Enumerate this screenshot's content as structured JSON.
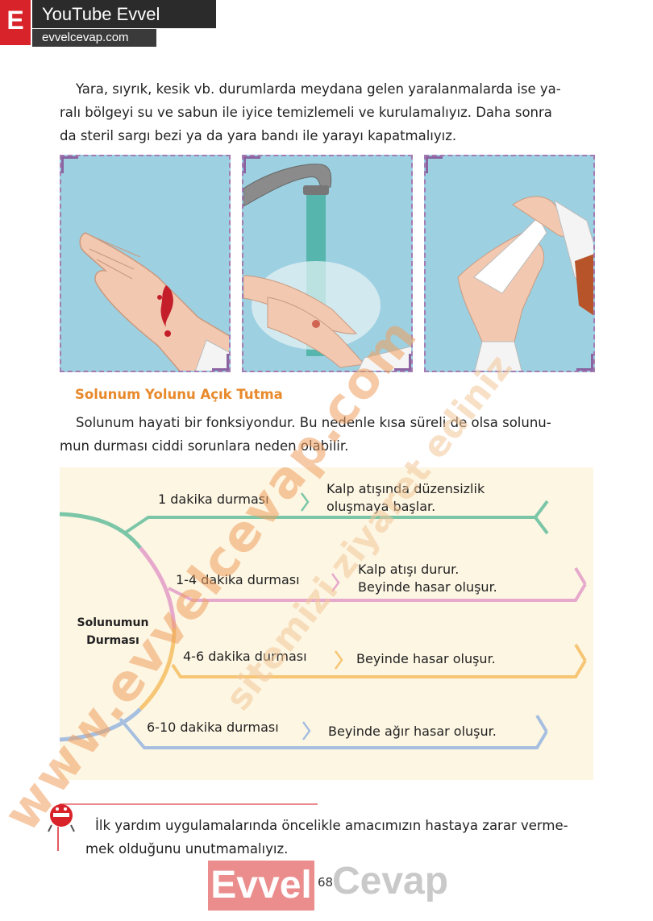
{
  "header": {
    "badge_letter": "E",
    "channel_title": "YouTube Evvel Cevap",
    "site": "evvelcevap.com"
  },
  "intro_lines": [
    "Yara, sıyrık, kesik vb. durumlarda meydana gelen yaralanmalarda ise ya-",
    "ralı bölgeyi su ve sabun ile iyice temizlemeli ve kurulamalıyız. Daha sonra",
    "da steril sargı bezi ya da yara bandı ile yarayı kapatmalıyız."
  ],
  "section_title": "Solunum Yolunu Açık Tutma",
  "section_lines": [
    "Solunum hayati bir fonksiyondur. Bu nedenle kısa süreli de olsa solunu-",
    "mun durması ciddi sorunlara neden olabilir."
  ],
  "diagram": {
    "center": [
      "Solunumun",
      "Durması"
    ],
    "branches": [
      {
        "label": "1 dakika durması",
        "result": [
          "Kalp atışında düzensizlik",
          "oluşmaya başlar."
        ],
        "color": "#7cc6a8"
      },
      {
        "label": "1-4 dakika durması",
        "result": [
          "Kalp atışı durur.",
          "Beyinde hasar oluşur."
        ],
        "color": "#e6a9cb"
      },
      {
        "label": "4-6 dakika durması",
        "result": [
          "Beyinde hasar oluşur."
        ],
        "color": "#f6c675"
      },
      {
        "label": "6-10 dakika durması",
        "result": [
          "Beyinde ağır hasar oluşur."
        ],
        "color": "#a6bfe0"
      }
    ]
  },
  "note_lines": [
    "İlk yardım uygulamalarında öncelikle amacımızın hastaya zarar verme-",
    "mek olduğunu unutmamalıyız."
  ],
  "page_number": "68",
  "footer_logo": {
    "left": "Evvel",
    "right": "Cevap"
  },
  "watermarks": {
    "main": "www.evvelcevap.com",
    "secondary": "sitemizi ziyaret ediniz"
  },
  "colors": {
    "accent_orange": "#e8892b",
    "frame_purple": "#8a63a0",
    "brand_red": "#d9232a"
  }
}
